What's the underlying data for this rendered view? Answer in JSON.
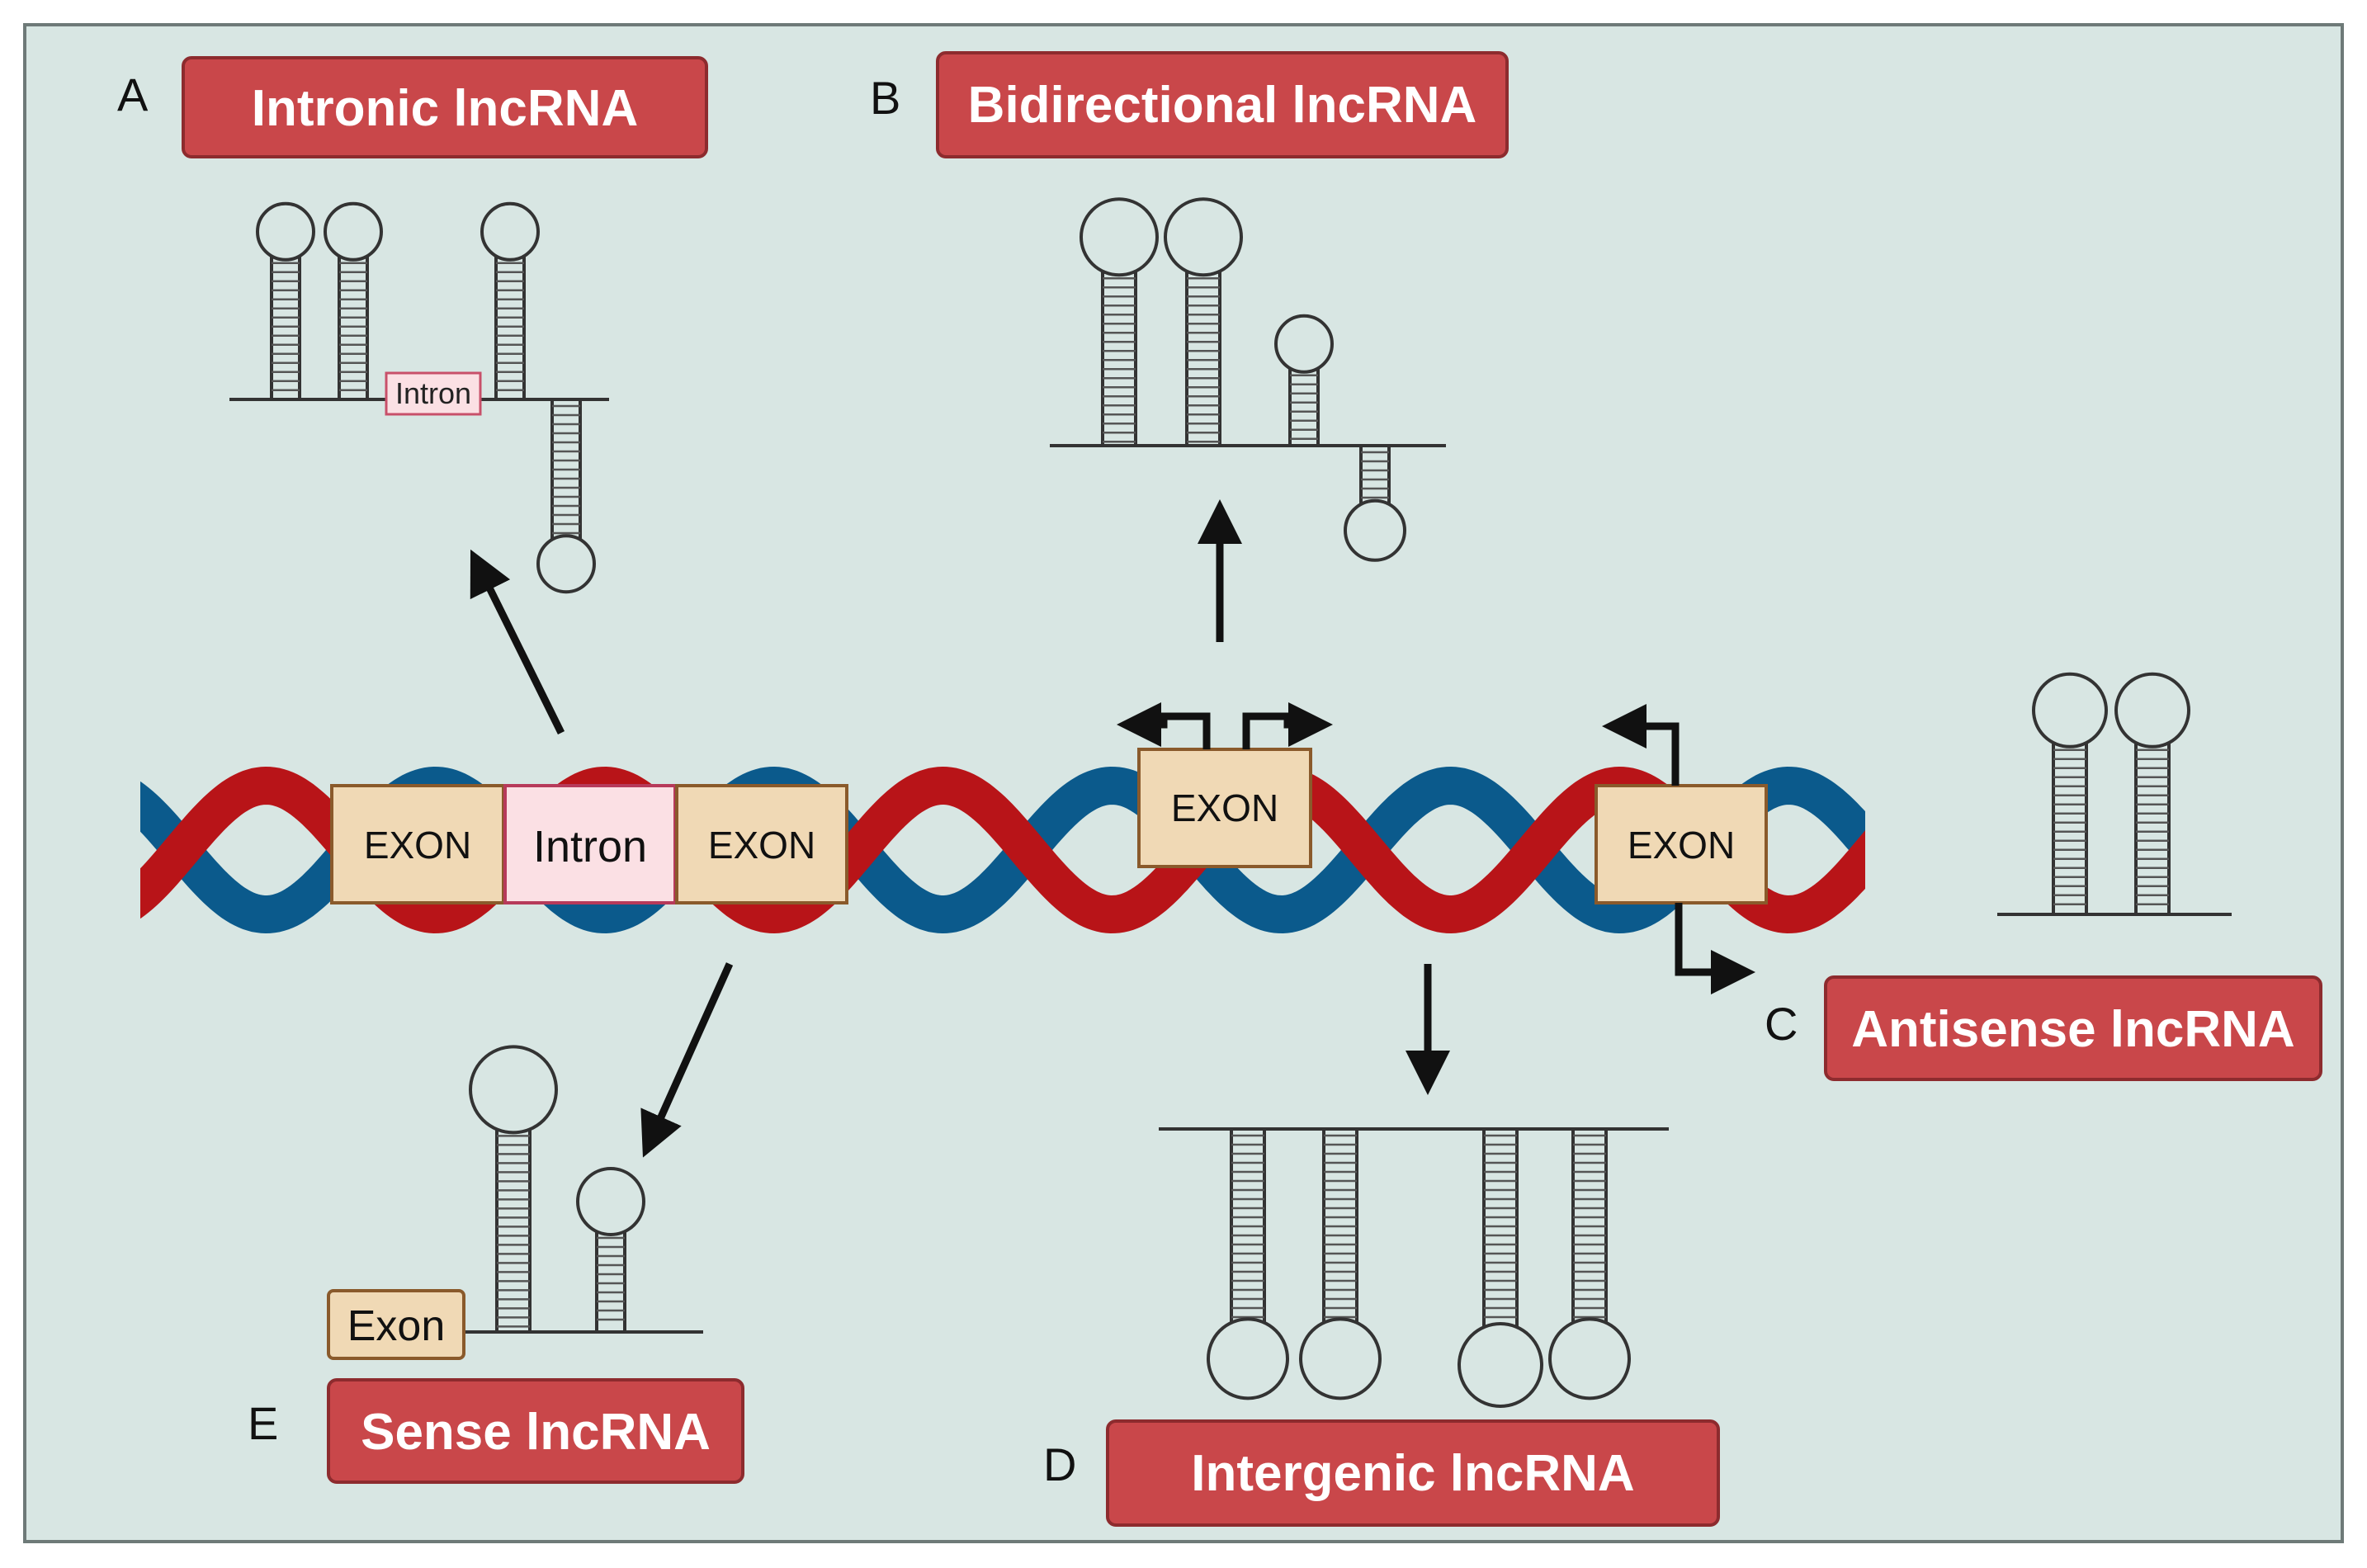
{
  "panels": {
    "A": {
      "letter": "A",
      "title": "Intronic lncRNA",
      "intron_tag": "Intron"
    },
    "B": {
      "letter": "B",
      "title": "Bidirectional lncRNA"
    },
    "C": {
      "letter": "C",
      "title": "Antisense lncRNA"
    },
    "D": {
      "letter": "D",
      "title": "Intergenic lncRNA"
    },
    "E": {
      "letter": "E",
      "title": "Sense lncRNA",
      "exon_tag": "Exon"
    }
  },
  "dna": {
    "exon1": "EXON",
    "intron": "Intron",
    "exon2": "EXON",
    "exon3": "EXON",
    "exon4": "EXON"
  },
  "colors": {
    "background": "#d8e6e3",
    "strand_red": "#b81418",
    "strand_blue": "#0b5a8c",
    "title_box": "#c9474a",
    "exon_fill": "#f0d9b5",
    "intron_fill": "#fbe0e4"
  }
}
